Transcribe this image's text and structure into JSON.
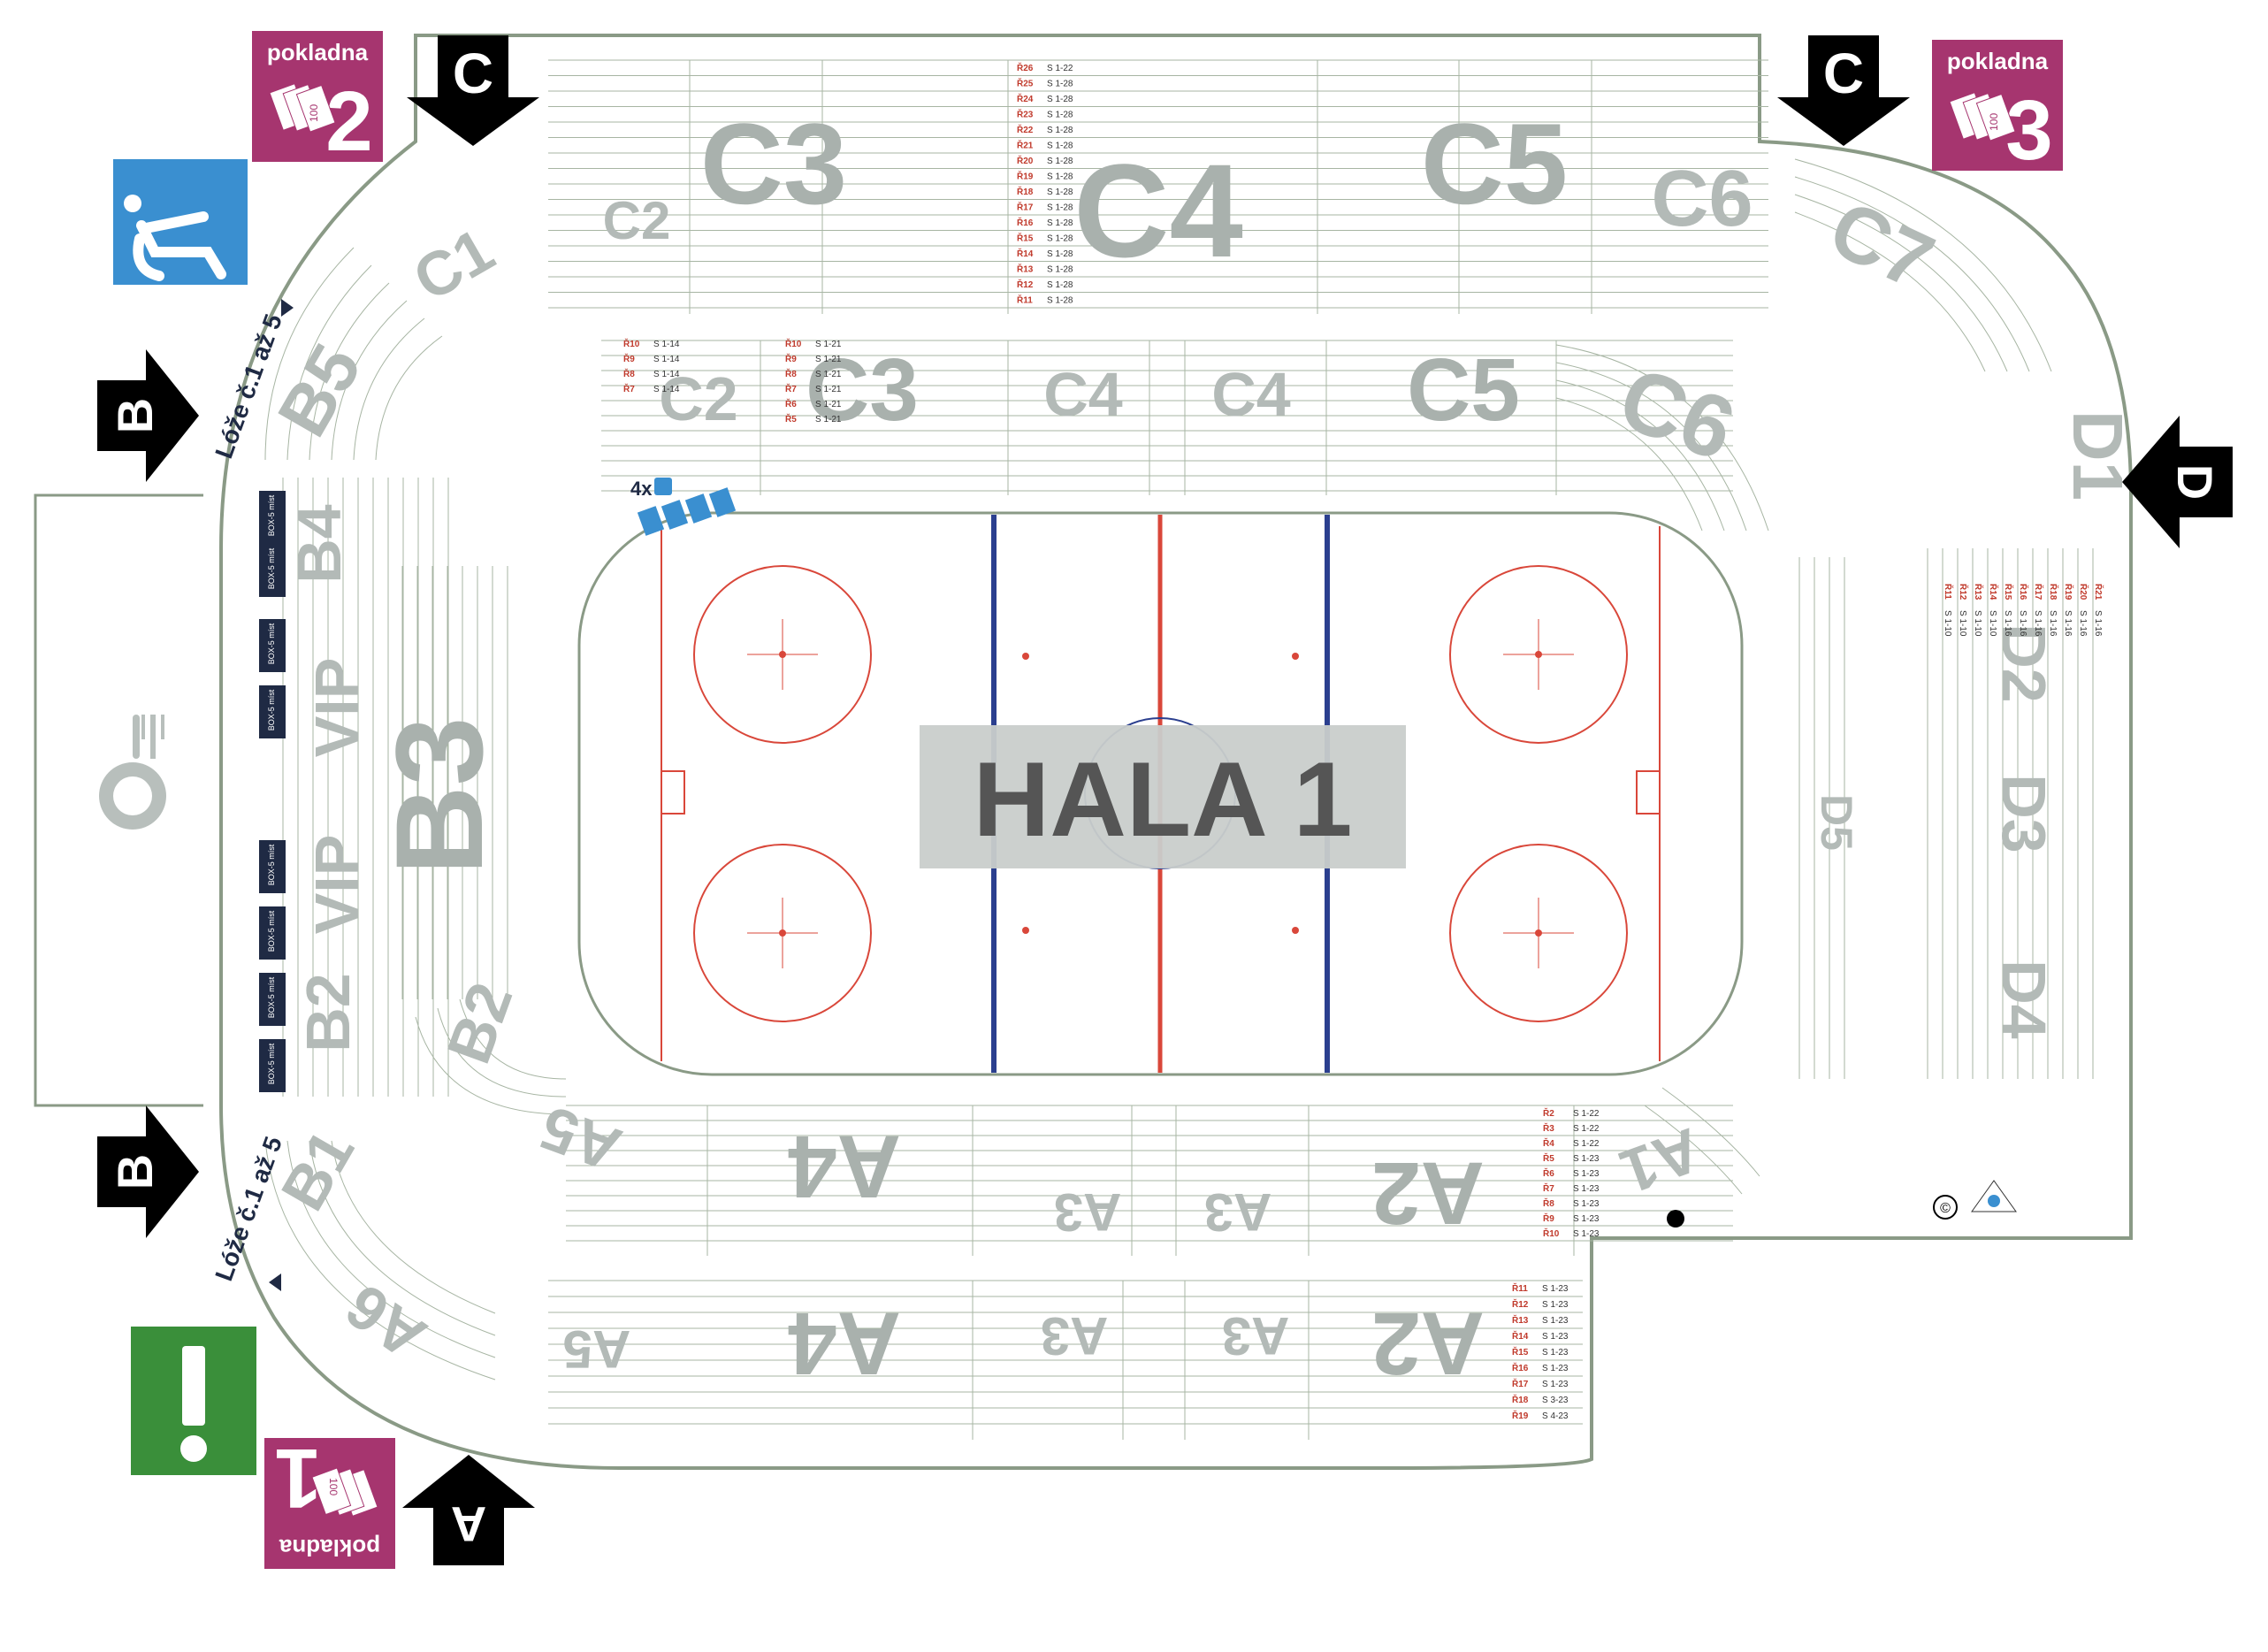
{
  "hall": {
    "title": "HALA 1"
  },
  "colors": {
    "ticket_office": "#a6356f",
    "wheelchair": "#3a8fd0",
    "info": "#3a8f3a",
    "arrow": "#000000",
    "section_label": "#a9b1ad",
    "row_label": "#c0392b",
    "rink_red_line": "#d9473a",
    "rink_blue_line": "#2b3f8f"
  },
  "ticket_offices": [
    {
      "label": "pokladna",
      "number": "2",
      "icon": "ticket-icon"
    },
    {
      "label": "pokladna",
      "number": "3",
      "icon": "ticket-icon"
    },
    {
      "label": "pokladna",
      "number": "1",
      "icon": "ticket-icon"
    }
  ],
  "ticket_denomination": "100",
  "entrances": [
    {
      "label": "C",
      "icon": "down-arrow-icon"
    },
    {
      "label": "C",
      "icon": "down-arrow-icon"
    },
    {
      "label": "B",
      "icon": "right-arrow-icon"
    },
    {
      "label": "B",
      "icon": "right-arrow-icon"
    },
    {
      "label": "D",
      "icon": "left-arrow-icon"
    },
    {
      "label": "A",
      "icon": "up-arrow-icon"
    }
  ],
  "boxes_note_top": "Lóže č.1 až 5",
  "boxes_note_bottom": "Lóže č.1 až 5",
  "wheelchair_count": "4x",
  "box_label": "BOX-5 míst",
  "sections": {
    "upper_north": [
      "C2",
      "C3",
      "C4",
      "C5",
      "C6",
      "C7",
      "C1"
    ],
    "lower_north": [
      "C2",
      "C3",
      "C4",
      "C4",
      "C5",
      "C6"
    ],
    "west": [
      "B5",
      "B4",
      "VIP",
      "B3",
      "VIP",
      "B2",
      "B1",
      "B2"
    ],
    "east": [
      "D1",
      "D2",
      "D3",
      "D4",
      "D5"
    ],
    "south_lower": [
      "A5",
      "A4",
      "A3",
      "A3",
      "A2",
      "A1"
    ],
    "south_upper": [
      "A6",
      "A5",
      "A4",
      "A3",
      "A3",
      "A2"
    ]
  },
  "seat_rows_sample": {
    "upper_c4": [
      {
        "row": "Ř26",
        "seats": "S 1-22"
      },
      {
        "row": "Ř25",
        "seats": "S 1-28"
      },
      {
        "row": "Ř24",
        "seats": "S 1-28"
      },
      {
        "row": "Ř23",
        "seats": "S 1-28"
      },
      {
        "row": "Ř22",
        "seats": "S 1-28"
      },
      {
        "row": "Ř21",
        "seats": "S 1-28"
      },
      {
        "row": "Ř20",
        "seats": "S 1-28"
      },
      {
        "row": "Ř19",
        "seats": "S 1-28"
      },
      {
        "row": "Ř18",
        "seats": "S 1-28"
      },
      {
        "row": "Ř17",
        "seats": "S 1-28"
      },
      {
        "row": "Ř16",
        "seats": "S 1-28"
      },
      {
        "row": "Ř15",
        "seats": "S 1-28"
      },
      {
        "row": "Ř14",
        "seats": "S 1-28"
      },
      {
        "row": "Ř13",
        "seats": "S 1-28"
      },
      {
        "row": "Ř12",
        "seats": "S 1-28"
      },
      {
        "row": "Ř11",
        "seats": "S 1-28"
      }
    ],
    "lower_c3": [
      {
        "row": "Ř10",
        "seats": "S 1-21"
      },
      {
        "row": "Ř9",
        "seats": "S 1-21"
      },
      {
        "row": "Ř8",
        "seats": "S 1-21"
      },
      {
        "row": "Ř7",
        "seats": "S 1-21"
      },
      {
        "row": "Ř6",
        "seats": "S 1-21"
      },
      {
        "row": "Ř5",
        "seats": "S 1-21"
      }
    ],
    "lower_c2": [
      {
        "row": "Ř10",
        "seats": "S 1-14"
      },
      {
        "row": "Ř9",
        "seats": "S 1-14"
      },
      {
        "row": "Ř8",
        "seats": "S 1-14"
      },
      {
        "row": "Ř7",
        "seats": "S 1-14"
      }
    ],
    "south_a2": [
      {
        "row": "Ř2",
        "seats": "S 1-22"
      },
      {
        "row": "Ř3",
        "seats": "S 1-22"
      },
      {
        "row": "Ř4",
        "seats": "S 1-22"
      },
      {
        "row": "Ř5",
        "seats": "S 1-23"
      },
      {
        "row": "Ř6",
        "seats": "S 1-23"
      },
      {
        "row": "Ř7",
        "seats": "S 1-23"
      },
      {
        "row": "Ř8",
        "seats": "S 1-23"
      },
      {
        "row": "Ř9",
        "seats": "S 1-23"
      },
      {
        "row": "Ř10",
        "seats": "S 1-23"
      }
    ],
    "south_a2_upper": [
      {
        "row": "Ř11",
        "seats": "S 1-23"
      },
      {
        "row": "Ř12",
        "seats": "S 1-23"
      },
      {
        "row": "Ř13",
        "seats": "S 1-23"
      },
      {
        "row": "Ř14",
        "seats": "S 1-23"
      },
      {
        "row": "Ř15",
        "seats": "S 1-23"
      },
      {
        "row": "Ř16",
        "seats": "S 1-23"
      },
      {
        "row": "Ř17",
        "seats": "S 1-23"
      },
      {
        "row": "Ř18",
        "seats": "S 3-23"
      },
      {
        "row": "Ř19",
        "seats": "S 4-23"
      }
    ],
    "east_d2": [
      {
        "row": "Ř21",
        "seats": "S 1-16"
      },
      {
        "row": "Ř20",
        "seats": "S 1-16"
      },
      {
        "row": "Ř19",
        "seats": "S 1-16"
      },
      {
        "row": "Ř18",
        "seats": "S 1-16"
      },
      {
        "row": "Ř17",
        "seats": "S 1-16"
      },
      {
        "row": "Ř16",
        "seats": "S 1-16"
      },
      {
        "row": "Ř15",
        "seats": "S 1-16"
      },
      {
        "row": "Ř14",
        "seats": "S 1-10"
      },
      {
        "row": "Ř13",
        "seats": "S 1-10"
      },
      {
        "row": "Ř12",
        "seats": "S 1-10"
      },
      {
        "row": "Ř11",
        "seats": "S 1-10"
      }
    ]
  }
}
